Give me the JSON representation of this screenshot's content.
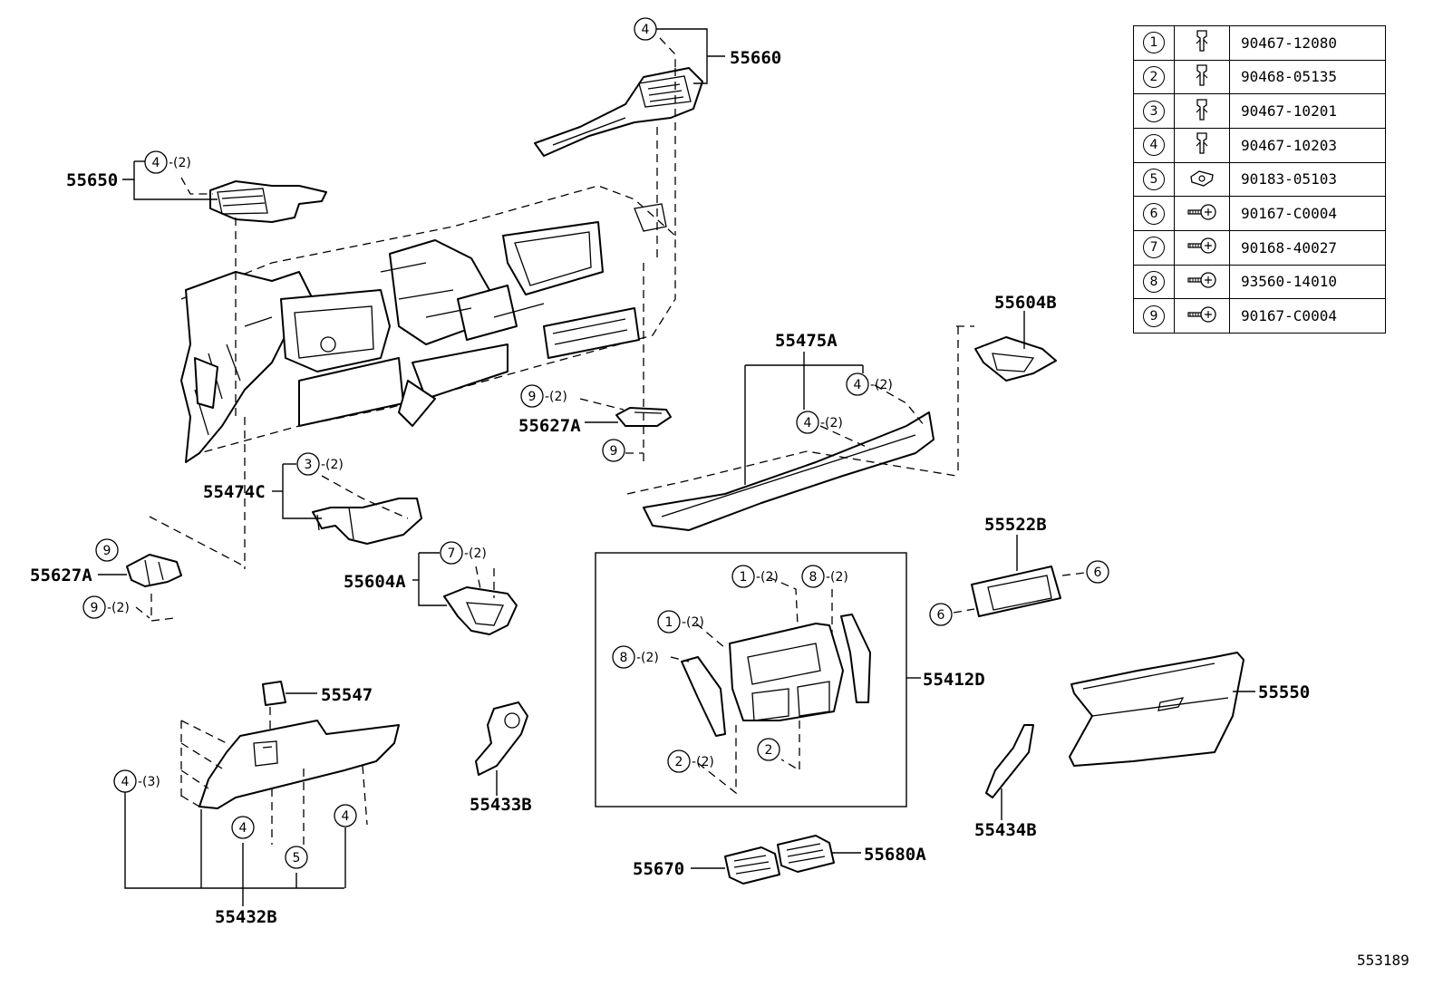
{
  "parts": {
    "p55660": "55660",
    "p55650": "55650",
    "p55604B": "55604B",
    "p55475A": "55475A",
    "p55627A_center": "55627A",
    "p55474C": "55474C",
    "p55627A_left": "55627A",
    "p55604A": "55604A",
    "p55522B": "55522B",
    "p55412D": "55412D",
    "p55550": "55550",
    "p55547": "55547",
    "p55433B": "55433B",
    "p55434B": "55434B",
    "p55432B": "55432B",
    "p55670": "55670",
    "p55680A": "55680A"
  },
  "callouts": {
    "c1": "1",
    "c2": "2",
    "c3": "3",
    "c4": "4",
    "c5": "5",
    "c6": "6",
    "c7": "7",
    "c8": "8",
    "c9": "9"
  },
  "quantities": {
    "q2": "-(2)",
    "q3": "-(3)"
  },
  "legend": [
    {
      "num": "1",
      "icon": "clip-icon",
      "part_no": "90467-12080"
    },
    {
      "num": "2",
      "icon": "clip-icon",
      "part_no": "90468-05135"
    },
    {
      "num": "3",
      "icon": "clip-icon",
      "part_no": "90467-10201"
    },
    {
      "num": "4",
      "icon": "clip-icon",
      "part_no": "90467-10203"
    },
    {
      "num": "5",
      "icon": "nut-icon",
      "part_no": "90183-05103"
    },
    {
      "num": "6",
      "icon": "screw-icon",
      "part_no": "90167-C0004"
    },
    {
      "num": "7",
      "icon": "screw-icon",
      "part_no": "90168-40027"
    },
    {
      "num": "8",
      "icon": "screw-icon",
      "part_no": "93560-14010"
    },
    {
      "num": "9",
      "icon": "screw-icon",
      "part_no": "90167-C0004"
    }
  ],
  "illustration_number": "553189"
}
